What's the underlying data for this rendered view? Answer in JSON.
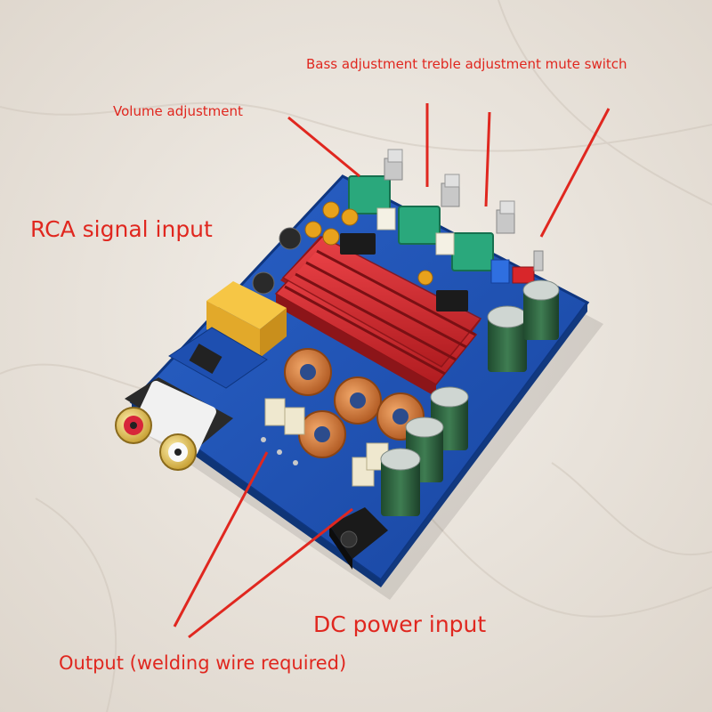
{
  "labels": {
    "volume": "Volume adjustment",
    "tone_mute": "Bass adjustment treble adjustment mute switch",
    "rca": "RCA signal input",
    "dc": "DC power input",
    "output": "Output (welding wire required)"
  },
  "colors": {
    "annotation": "#e0271f",
    "pcb": "#1c54b8",
    "heatsink": "#d8262a",
    "marble": "#ece7e0"
  }
}
